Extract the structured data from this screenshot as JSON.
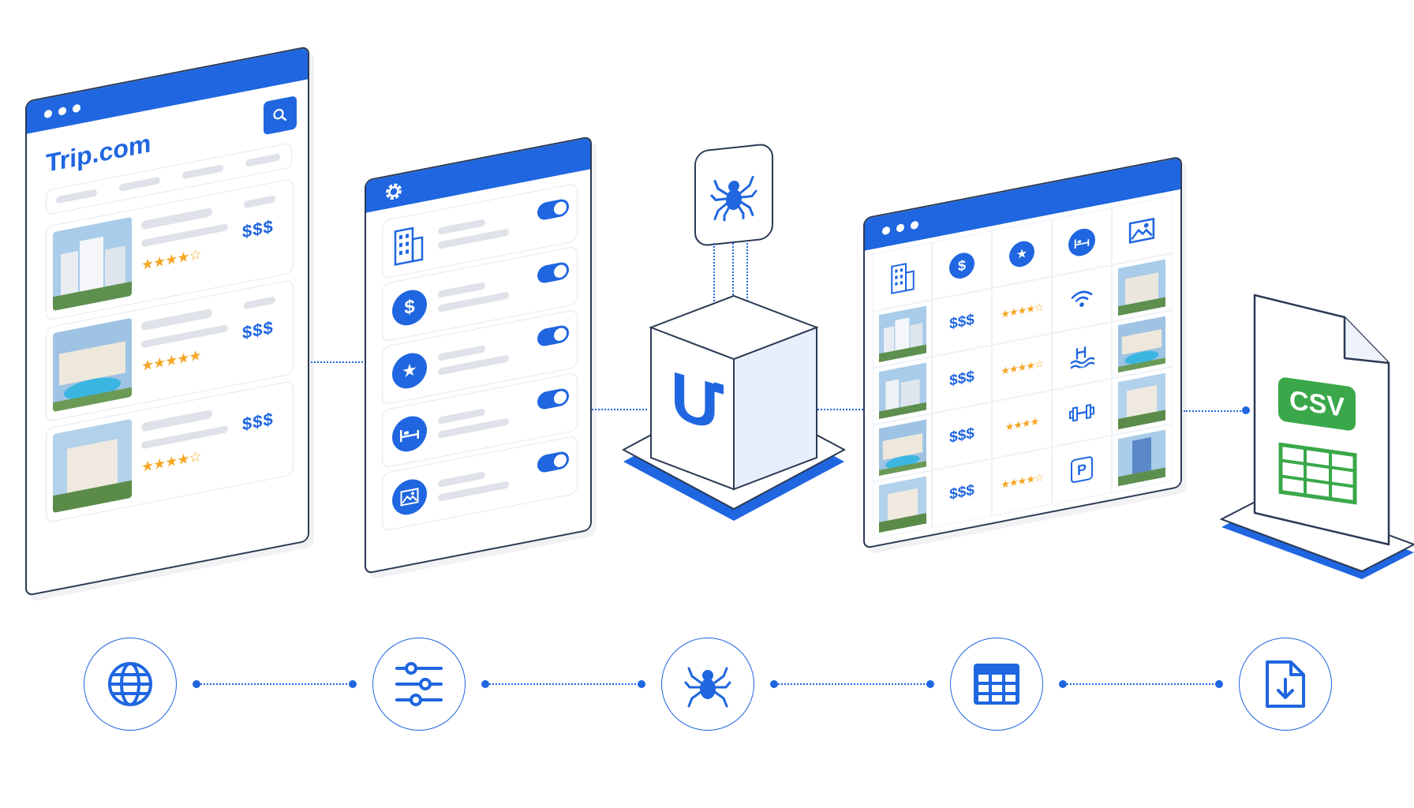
{
  "brand": {
    "logo_part1": "Trip",
    "logo_part2": ".com",
    "accent": "#1f66e0",
    "accent_dark": "#1a56c4",
    "star": "#f5a623",
    "csv_green": "#3aa84a"
  },
  "listings": [
    {
      "price": "$$$",
      "stars": "★★★★☆"
    },
    {
      "price": "$$$",
      "stars": "★★★★★"
    },
    {
      "price": "$$$",
      "stars": "★★★★☆"
    }
  ],
  "filters": [
    {
      "icon": "building-icon"
    },
    {
      "icon": "dollar-icon",
      "glyph": "$"
    },
    {
      "icon": "star-icon",
      "glyph": "★"
    },
    {
      "icon": "bed-icon"
    },
    {
      "icon": "image-icon"
    }
  ],
  "scraper": {
    "logo_letter": "U",
    "icon": "spider-icon"
  },
  "results": {
    "headers": [
      "building-icon",
      "dollar-icon",
      "star-icon",
      "bed-icon",
      "image-icon"
    ],
    "rows": [
      {
        "price": "$$$",
        "stars": "★★★★☆",
        "amenity": "wifi-icon"
      },
      {
        "price": "$$$",
        "stars": "★★★★☆",
        "amenity": "pool-icon"
      },
      {
        "price": "$$$",
        "stars": "★★★★",
        "amenity": "gym-icon"
      },
      {
        "price": "$$$",
        "stars": "★★★★☆",
        "amenity": "parking-icon",
        "amenity_glyph": "P"
      }
    ]
  },
  "export": {
    "label": "CSV"
  },
  "steps": [
    {
      "icon": "globe-icon"
    },
    {
      "icon": "sliders-icon"
    },
    {
      "icon": "spider-icon"
    },
    {
      "icon": "table-icon"
    },
    {
      "icon": "file-download-icon"
    }
  ]
}
